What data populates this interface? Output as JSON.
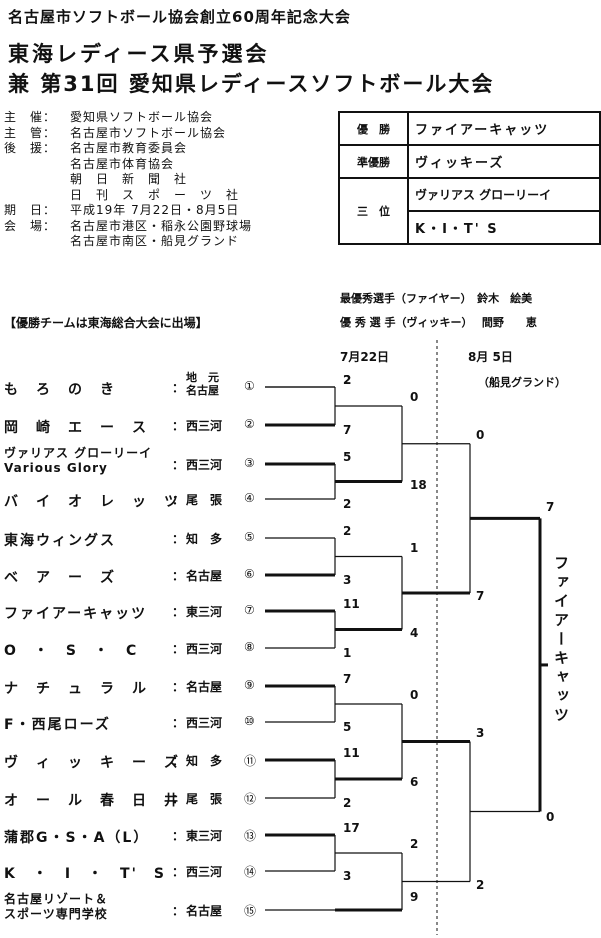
{
  "header": {
    "supertitle": "名古屋市ソフトボール協会創立60周年記念大会",
    "title1": "東海レディース県予選会",
    "title2": "兼 第31回 愛知県レディースソフトボール大会"
  },
  "info": [
    {
      "k": "主　催：",
      "v": "愛知県ソフトボール協会"
    },
    {
      "k": "主　管：",
      "v": "名古屋市ソフトボール協会"
    },
    {
      "k": "後　援：",
      "v": "名古屋市教育委員会"
    },
    {
      "k": "",
      "v": "名古屋市体育協会"
    },
    {
      "k": "",
      "v": "朝　日　新　聞　社"
    },
    {
      "k": "",
      "v": "日　刊　ス　ポ　ー　ツ　社"
    },
    {
      "k": "期　日：",
      "v": "平成19年 7月22日・8月5日"
    },
    {
      "k": "会　場：",
      "v": "名古屋市港区・稲永公園野球場"
    },
    {
      "k": "",
      "v": "名古屋市南区・船見グランド"
    }
  ],
  "note": "【優勝チームは東海総合大会に出場】",
  "results": {
    "rows": [
      {
        "k": "優　勝",
        "v": "ファイアーキャッツ"
      },
      {
        "k": "準優勝",
        "v": "ヴィッキーズ"
      },
      {
        "k": "三　位",
        "v": "ヴァリアス グローリーイ"
      },
      {
        "k": "",
        "v": "K・I・T' S"
      }
    ]
  },
  "awards": {
    "best": "最優秀選手（ファイヤー）　鈴木　絵美",
    "good": "優 秀 選 手（ヴィッキー）　 間野　　恵"
  },
  "dates": {
    "d1": "7月22日",
    "d2": "8月 5日",
    "d2_venue": "（船見グランド）"
  },
  "teams": [
    {
      "name": "も　ろ　の　き",
      "region": "地　元\n名古屋",
      "seed": "①"
    },
    {
      "name": "岡　崎　エ　ー　ス",
      "region": "西三河",
      "seed": "②"
    },
    {
      "name": "ヴァリアス グローリーイ\nVarious Glory",
      "region": "西三河",
      "seed": "③"
    },
    {
      "name": "バ　イ　オ　レ　ッ　ツ",
      "region": "尾　張",
      "seed": "④"
    },
    {
      "name": "東海ウィングス",
      "region": "知　多",
      "seed": "⑤"
    },
    {
      "name": "ベ　ア　ー　ズ",
      "region": "名古屋",
      "seed": "⑥"
    },
    {
      "name": "ファイアーキャッツ",
      "region": "東三河",
      "seed": "⑦"
    },
    {
      "name": "O　・　S　・　C",
      "region": "西三河",
      "seed": "⑧"
    },
    {
      "name": "ナ　チ　ュ　ラ　ル",
      "region": "名古屋",
      "seed": "⑨"
    },
    {
      "name": "F・西尾ローズ",
      "region": "西三河",
      "seed": "⑩"
    },
    {
      "name": "ヴ　ィ　ッ　キ　ー　ズ",
      "region": "知　多",
      "seed": "⑪"
    },
    {
      "name": "オ　ー　ル　春　日　井",
      "region": "尾　張",
      "seed": "⑫"
    },
    {
      "name": "蒲郡G・S・A（L）",
      "region": "東三河",
      "seed": "⑬"
    },
    {
      "name": "K　・　I　・　T'　S",
      "region": "西三河",
      "seed": "⑭"
    },
    {
      "name": "名古屋リゾート＆\nスポーツ専門学校",
      "region": "名古屋",
      "seed": "⑮"
    }
  ],
  "scores": {
    "r1": [
      "2",
      "7",
      "5",
      "2",
      "2",
      "3",
      "11",
      "1",
      "7",
      "5",
      "11",
      "2",
      "17",
      "3"
    ],
    "r2": [
      "0",
      "18",
      "1",
      "4",
      "0",
      "6",
      "2",
      "9"
    ],
    "r3": [
      "0",
      "7",
      "3",
      "2"
    ],
    "final": [
      "7",
      "0"
    ]
  },
  "champion": "ファイアーキャッツ"
}
